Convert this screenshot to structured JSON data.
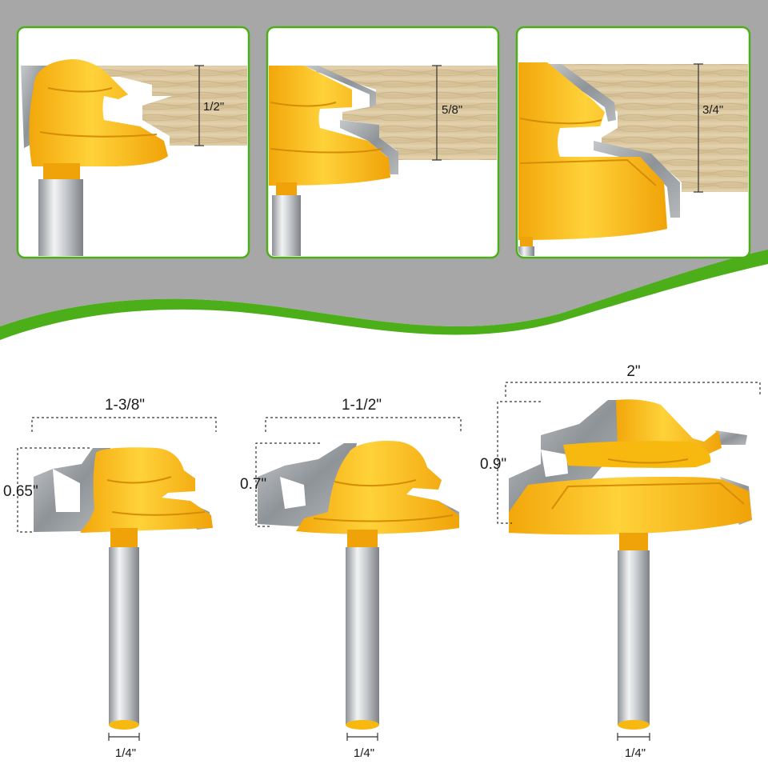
{
  "colors": {
    "accent_green": "#4caf1a",
    "background_gray": "#a7a7a7",
    "bit_yellow": "#f7b80f",
    "carbide_gray": "#9fa3a6",
    "wood": "#d9c7a1"
  },
  "panels": [
    {
      "thickness_label": "1/2\""
    },
    {
      "thickness_label": "5/8\""
    },
    {
      "thickness_label": "3/4\""
    }
  ],
  "bits": [
    {
      "width_label": "1-3/8\"",
      "height_label": "0.65\"",
      "shank_label": "1/4\""
    },
    {
      "width_label": "1-1/2\"",
      "height_label": "0.7\"",
      "shank_label": "1/4\""
    },
    {
      "width_label": "2\"",
      "height_label": "0.9\"",
      "shank_label": "1/4\""
    }
  ]
}
